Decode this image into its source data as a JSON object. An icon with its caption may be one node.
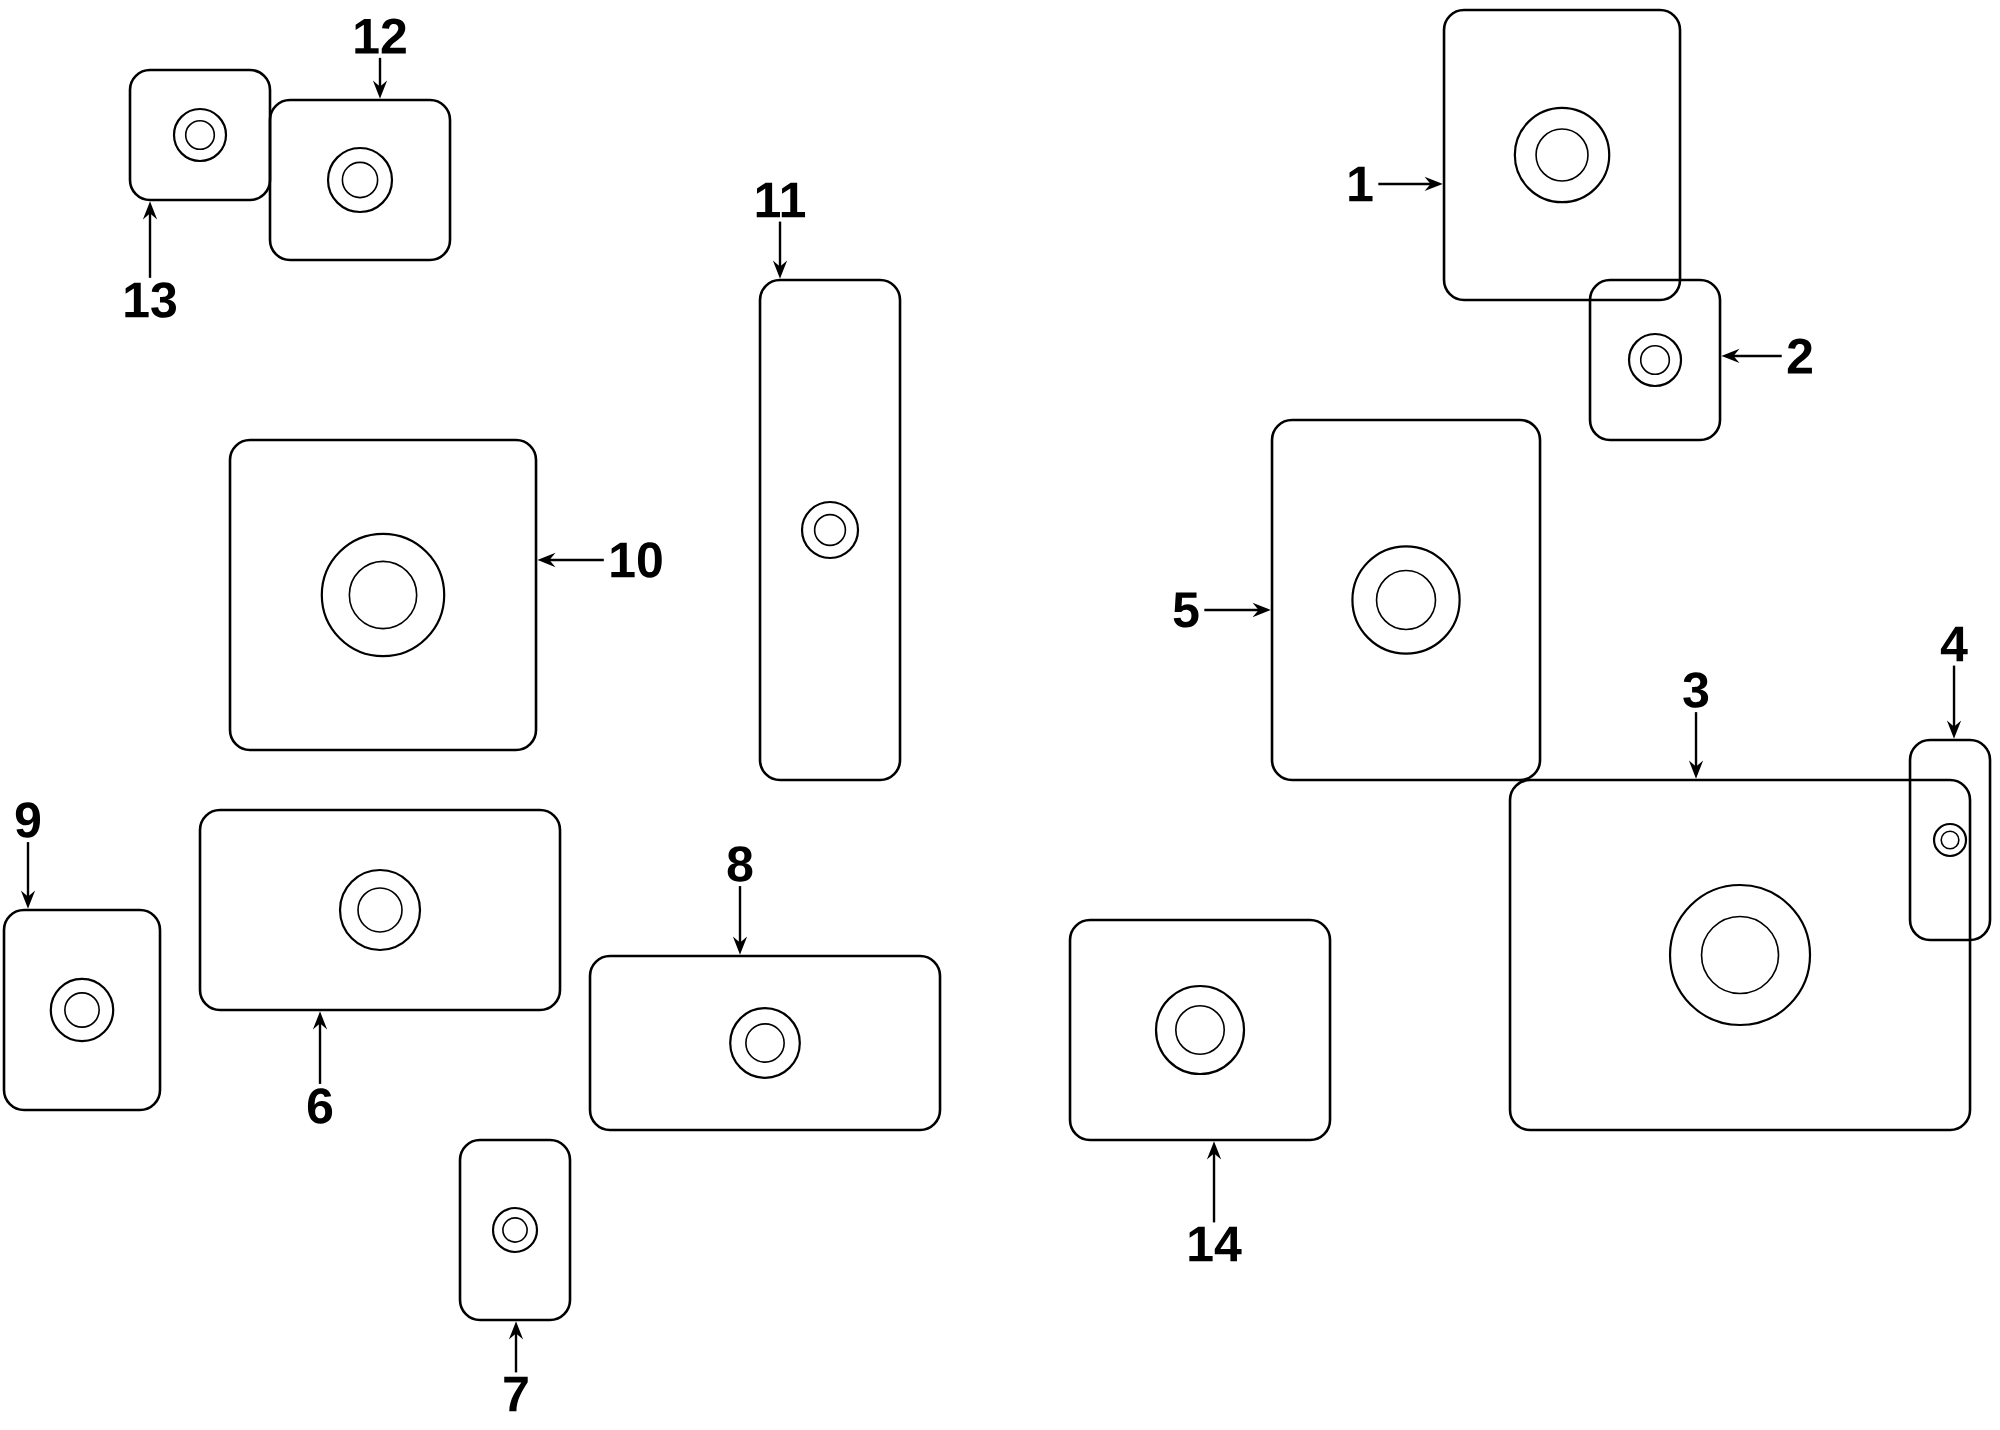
{
  "diagram": {
    "nodes": [
      {
        "text": [
          "1"
        ]
      },
      {
        "text": [
          "2"
        ]
      },
      {
        "text": [
          "3"
        ]
      },
      {
        "text": [
          "4"
        ]
      },
      {
        "text": [
          "5"
        ]
      },
      {
        "text": [
          "6"
        ]
      },
      {
        "text": [
          "7"
        ]
      },
      {
        "text": [
          "8"
        ]
      },
      {
        "text": [
          "9"
        ]
      },
      {
        "text": [
          "10"
        ]
      },
      {
        "text": [
          "11"
        ]
      },
      {
        "text": [
          "12"
        ]
      },
      {
        "text": [
          "13"
        ]
      },
      {
        "text": [
          "14"
        ]
      },
      {
        "text": [],
        "shape": "picture"
      },
      {
        "text": [],
        "shape": "picture"
      },
      {
        "text": [],
        "shape": "picture"
      },
      {
        "text": [],
        "shape": "picture"
      },
      {
        "text": [],
        "shape": "picture"
      },
      {
        "text": [],
        "shape": "picture"
      },
      {
        "text": [],
        "shape": "picture"
      },
      {
        "text": [],
        "shape": "picture"
      },
      {
        "text": [],
        "shape": "picture"
      },
      {
        "text": [],
        "shape": "picture"
      },
      {
        "text": [],
        "shape": "picture"
      },
      {
        "text": [],
        "shape": "picture"
      },
      {
        "text": [],
        "shape": "picture"
      },
      {
        "text": [],
        "shape": "picture"
      }
    ],
    "edges": [
      {
        "from": 0,
        "to": 14,
        "arrow": "to"
      },
      {
        "from": 1,
        "to": 15,
        "arrow": "to"
      },
      {
        "from": 2,
        "to": 16,
        "arrow": "to"
      },
      {
        "from": 3,
        "to": 17,
        "arrow": "to"
      },
      {
        "from": 4,
        "to": 18,
        "arrow": "to"
      },
      {
        "from": 5,
        "to": 19,
        "arrow": "to"
      },
      {
        "from": 6,
        "to": 20,
        "arrow": "to"
      },
      {
        "from": 7,
        "to": 21,
        "arrow": "to"
      },
      {
        "from": 8,
        "to": 22,
        "arrow": "to"
      },
      {
        "from": 9,
        "to": 23,
        "arrow": "to"
      },
      {
        "from": 10,
        "to": 24,
        "arrow": "to"
      },
      {
        "from": 11,
        "to": 25,
        "arrow": "to"
      },
      {
        "from": 12,
        "to": 26,
        "arrow": "to"
      },
      {
        "from": 13,
        "to": 27,
        "arrow": "to"
      }
    ]
  }
}
